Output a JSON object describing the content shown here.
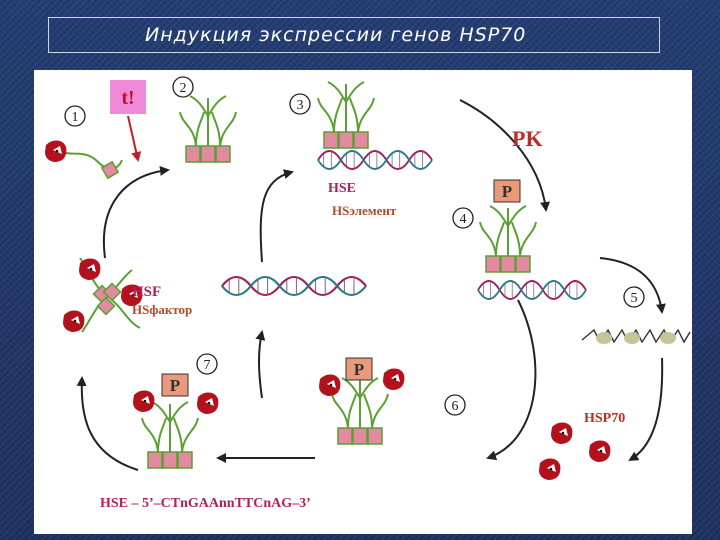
{
  "title": "Индукция экспрессии генов  HSP70",
  "stress_label": "t!",
  "steps": [
    "1",
    "2",
    "3",
    "4",
    "5",
    "6",
    "7"
  ],
  "labels": {
    "hse": "HSE",
    "hse_ru": "HSэлемент",
    "hsf": "HSF",
    "hsf_ru": "HSфактор",
    "pk": "PK",
    "hsp70": "HSP70",
    "phospho": "P"
  },
  "sequence": "HSE –  5’–CTnGAAnnTTCnAG–3’",
  "colors": {
    "protein_green": "#5aa032",
    "box_pink": "#e48aa0",
    "hsp_red": "#b3121c",
    "dna_red": "#a0205a",
    "dna_teal": "#2a7a8a",
    "arrow": "#222222",
    "stress_bg": "#f08ad8",
    "stress_text": "#c0102a"
  }
}
